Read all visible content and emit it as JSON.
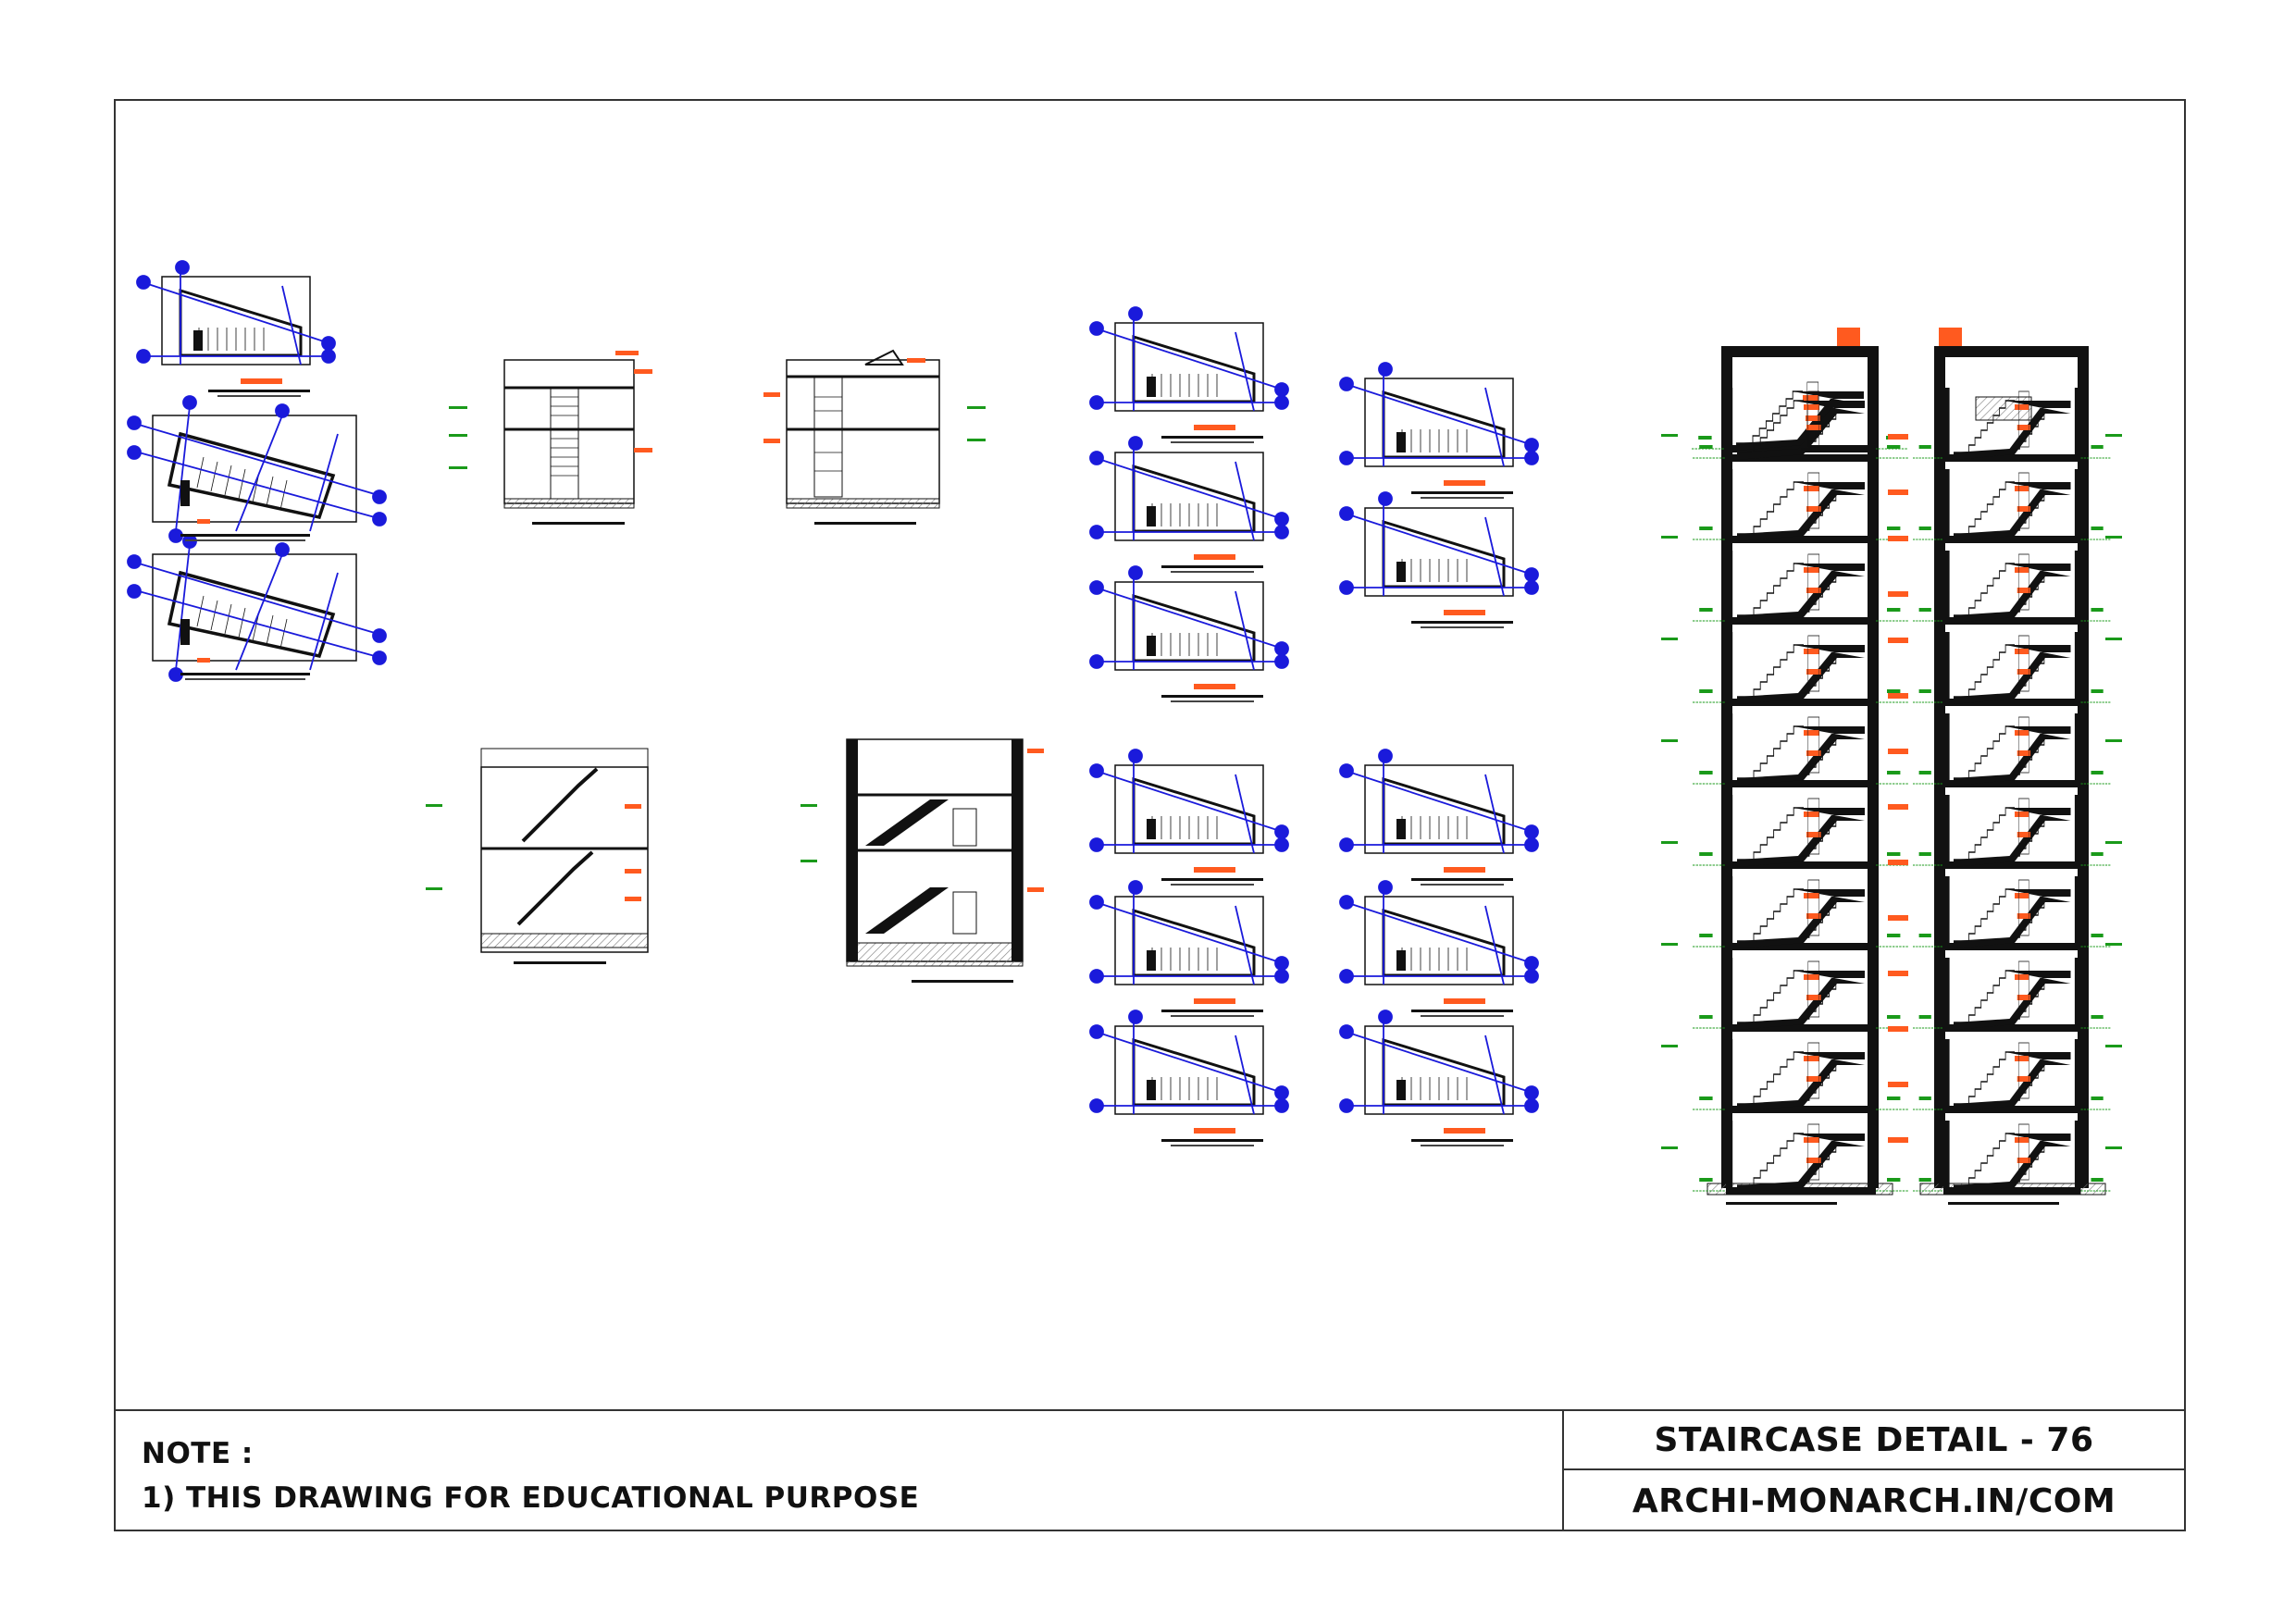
{
  "note": {
    "heading": "NOTE :",
    "line1": "1) THIS DRAWING FOR EDUCATIONAL PURPOSE"
  },
  "title_block": {
    "title": "STAIRCASE DETAIL - 76",
    "website": "ARCHI-MONARCH.IN/COM"
  },
  "colors": {
    "ink": "#111111",
    "grid_blue": "#1a1adb",
    "dimension_green": "#1a9a1a",
    "tag_orange": "#ff5a1f",
    "hatch_gray": "#9a9a9a"
  }
}
